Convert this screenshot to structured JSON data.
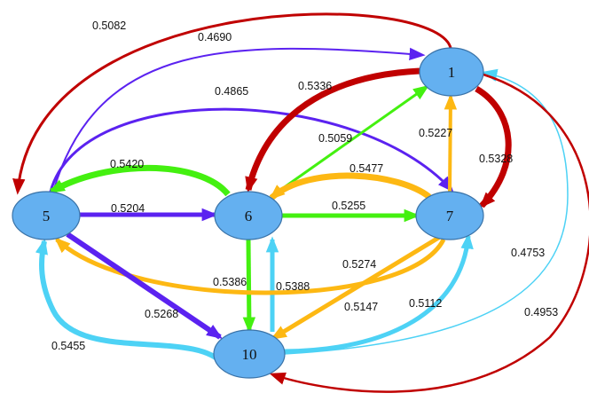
{
  "colors": {
    "red": "#c00000",
    "purple": "#5b22f0",
    "green": "#44f010",
    "orange": "#fdb813",
    "cyan": "#4dd2f5",
    "node_fill": "#64b0f0"
  },
  "nodes": [
    {
      "id": "1",
      "label": "1"
    },
    {
      "id": "5",
      "label": "5"
    },
    {
      "id": "6",
      "label": "6"
    },
    {
      "id": "7",
      "label": "7"
    },
    {
      "id": "10",
      "label": "10"
    }
  ],
  "edges": [
    {
      "from": "1",
      "to": "5",
      "weight": "0.5082",
      "color": "red"
    },
    {
      "from": "5",
      "to": "1",
      "weight": "0.4690",
      "color": "purple"
    },
    {
      "from": "5",
      "to": "7",
      "weight": "0.4865",
      "color": "purple"
    },
    {
      "from": "1",
      "to": "6",
      "weight": "0.5336",
      "color": "red"
    },
    {
      "from": "6",
      "to": "1",
      "weight": "0.5059",
      "color": "green"
    },
    {
      "from": "7",
      "to": "1",
      "weight": "0.5227",
      "color": "orange"
    },
    {
      "from": "1",
      "to": "7",
      "weight": "0.5328",
      "color": "red"
    },
    {
      "from": "6",
      "to": "5",
      "weight": "0.5420",
      "color": "green"
    },
    {
      "from": "7",
      "to": "6",
      "weight": "0.5477",
      "color": "orange"
    },
    {
      "from": "5",
      "to": "6",
      "weight": "0.5204",
      "color": "purple"
    },
    {
      "from": "6",
      "to": "7",
      "weight": "0.5255",
      "color": "green"
    },
    {
      "from": "7",
      "to": "10",
      "weight": "0.5274",
      "color": "orange"
    },
    {
      "from": "10",
      "to": "1",
      "weight": "0.4753",
      "color": "cyan"
    },
    {
      "from": "6",
      "to": "10",
      "weight": "0.5386",
      "color": "green"
    },
    {
      "from": "10",
      "to": "6",
      "weight": "0.5388",
      "color": "cyan"
    },
    {
      "from": "7",
      "to": "5",
      "weight": "0.5147",
      "color": "orange"
    },
    {
      "from": "10",
      "to": "7",
      "weight": "0.5112",
      "color": "cyan"
    },
    {
      "from": "5",
      "to": "10",
      "weight": "0.5268",
      "color": "purple"
    },
    {
      "from": "1",
      "to": "10",
      "weight": "0.4953",
      "color": "red"
    },
    {
      "from": "10",
      "to": "5",
      "weight": "0.5455",
      "color": "cyan"
    }
  ]
}
